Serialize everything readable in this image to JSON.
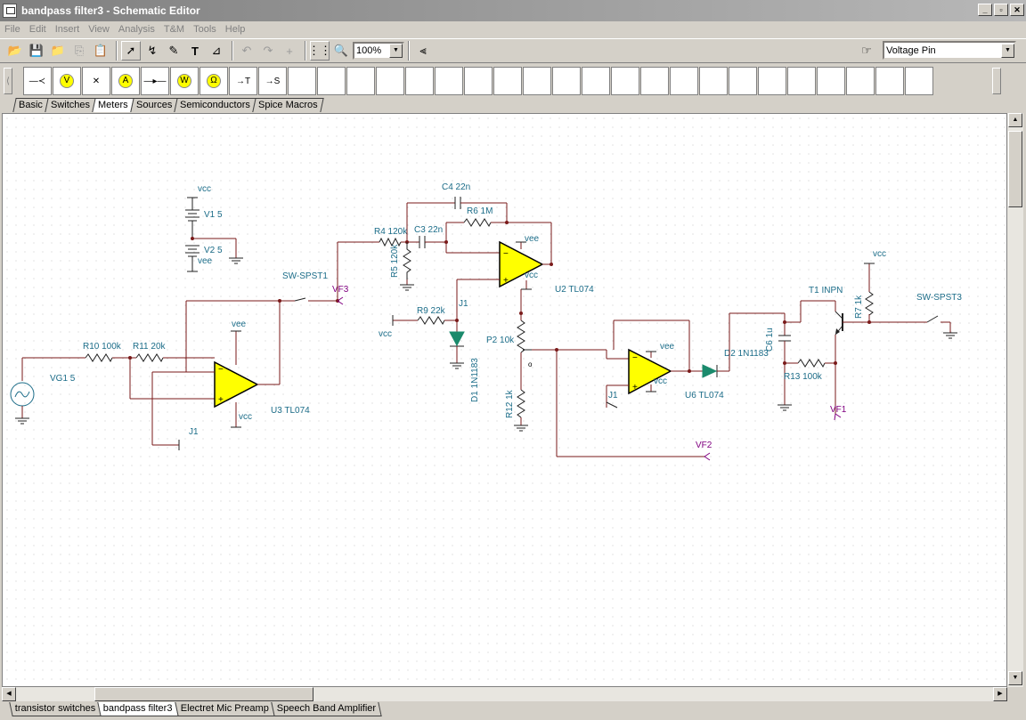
{
  "window": {
    "title": "bandpass filter3 - Schematic Editor",
    "minimize": "_",
    "restore": "▫",
    "close": "✕"
  },
  "menu": [
    "File",
    "Edit",
    "Insert",
    "View",
    "Analysis",
    "T&M",
    "Tools",
    "Help"
  ],
  "toolbar": {
    "zoom": "100%",
    "pin_type": "Voltage Pin"
  },
  "palette_tabs": [
    "Basic",
    "Switches",
    "Meters",
    "Sources",
    "Semiconductors",
    "Spice Macros"
  ],
  "active_palette_tab": "Meters",
  "sheet_tabs": [
    "transistor switches",
    "bandpass filter3",
    "Electret Mic Preamp",
    "Speech Band Amplifier"
  ],
  "active_sheet_tab": "bandpass filter3",
  "schematic": {
    "labels": {
      "vcc1": "vcc",
      "v1": "V1 5",
      "v2": "V2 5",
      "vee1": "vee",
      "sw1": "SW-SPST1",
      "vf3": "VF3",
      "r10": "R10 100k",
      "r11": "R11 20k",
      "vg1": "VG1 5",
      "vee_u3": "vee",
      "vcc_u3": "vcc",
      "u3": "U3 TL074",
      "j1a": "J1",
      "c4": "C4 22n",
      "r6": "R6 1M",
      "r4": "R4 120k",
      "c3": "C3 22n",
      "r5": "R5 120k",
      "vee_u2": "vee",
      "vcc_u2": "vcc",
      "u2": "U2 TL074",
      "r9": "R9 22k",
      "vcc_r9": "vcc",
      "j1b": "J1",
      "d1": "D1 1N1183",
      "p2": "P2 10k",
      "r12": "R12 1k",
      "vf2": "VF2",
      "vee_u6": "vee",
      "vcc_u6": "vcc",
      "u6": "U6 TL074",
      "j1c": "J1",
      "d2": "D2 1N1183",
      "c6": "C6 1u",
      "t1": "T1 INPN",
      "r7": "R7 1k",
      "vcc_r7": "vcc",
      "r13": "R13 100k",
      "vf1": "VF1",
      "sw3": "SW-SPST3"
    }
  }
}
